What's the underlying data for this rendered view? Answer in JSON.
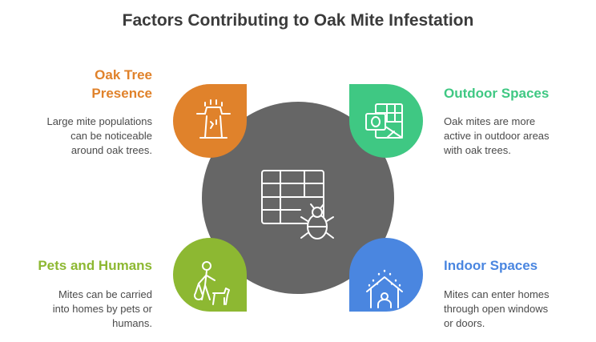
{
  "title": "Factors Contributing to Oak Mite Infestation",
  "colors": {
    "center": "#666666",
    "oak": "#E0822B",
    "outdoor": "#3FC883",
    "pets": "#8DB832",
    "indoor": "#4A86E0"
  },
  "factors": {
    "oak": {
      "label_line1": "Oak Tree",
      "label_line2": "Presence",
      "desc_line1": "Large mite populations",
      "desc_line2": "can be noticeable",
      "desc_line3": "around oak trees.",
      "icon": "tree-icon"
    },
    "outdoor": {
      "label": "Outdoor Spaces",
      "desc_line1": "Oak mites are more",
      "desc_line2": "active in outdoor areas",
      "desc_line3": "with oak trees.",
      "icon": "outlook-icon"
    },
    "pets": {
      "label": "Pets and Humans",
      "desc_line1": "Mites can be carried",
      "desc_line2": "into homes by pets or",
      "desc_line3": "humans.",
      "icon": "person-dog-icon"
    },
    "indoor": {
      "label": "Indoor Spaces",
      "desc_line1": "Mites can enter homes",
      "desc_line2": "through open windows",
      "desc_line3": "or doors.",
      "icon": "home-icon"
    }
  },
  "center_icon": "table-bug-icon"
}
